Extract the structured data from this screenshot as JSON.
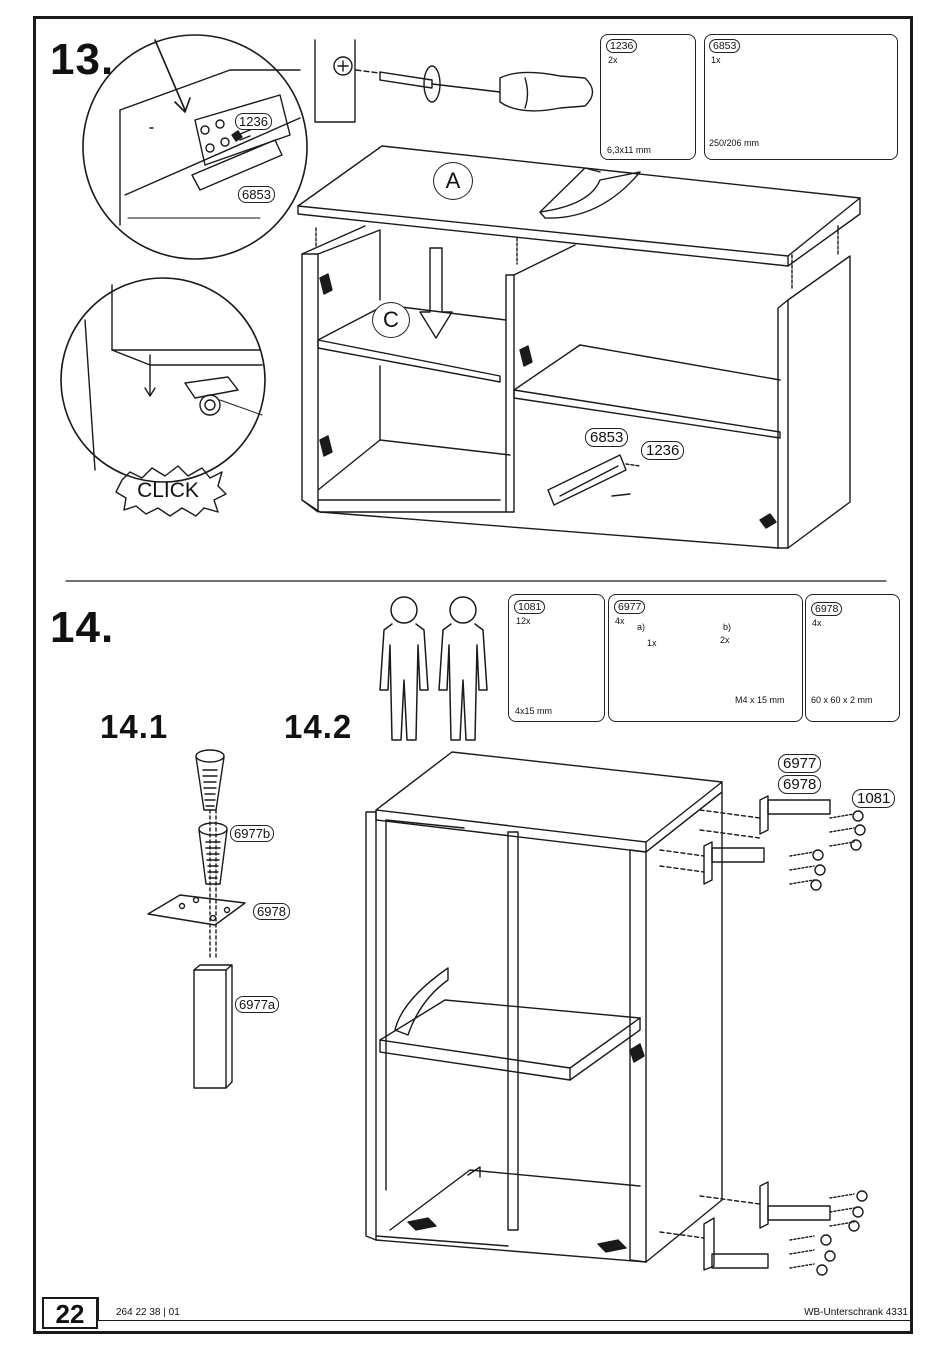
{
  "footer": {
    "page_number": "22",
    "article_code": "264 22 38 | 01",
    "product_name": "WB-Unterschrank 4331"
  },
  "step13": {
    "number": "13.",
    "labels": {
      "panel_a": "A",
      "panel_c": "C",
      "click": "CLICK"
    },
    "callouts": {
      "detail_screw": "1236",
      "detail_rail": "6853",
      "rail": "6853",
      "screw": "1236"
    },
    "parts": [
      {
        "id": "1236",
        "qty": "2x",
        "size": "6,3x11 mm",
        "icon": "euro-screw-icon"
      },
      {
        "id": "6853",
        "qty": "1x",
        "size": "250/206 mm",
        "icon": "drawer-rail-icon"
      }
    ]
  },
  "step14": {
    "number": "14.",
    "sub1": "14.1",
    "sub2": "14.2",
    "people_icon": "two-persons-icon",
    "callouts": {
      "screw_b": "6977b",
      "plate": "6978",
      "leg_a": "6977a",
      "cab_leg": "6977",
      "cab_plate": "6978",
      "cab_screw": "1081"
    },
    "parts": [
      {
        "id": "1081",
        "qty": "12x",
        "size": "4x15 mm",
        "icon": "wood-screw-icon"
      },
      {
        "id": "6977",
        "qty": "4x",
        "sub_a": "a)",
        "qty_a": "1x",
        "sub_b": "b)",
        "qty_b": "2x",
        "size": "M4 x 15 mm",
        "icon": "leg-and-bolt-icon"
      },
      {
        "id": "6978",
        "qty": "4x",
        "size": "60 x 60 x 2 mm",
        "icon": "mounting-plate-icon"
      }
    ]
  }
}
